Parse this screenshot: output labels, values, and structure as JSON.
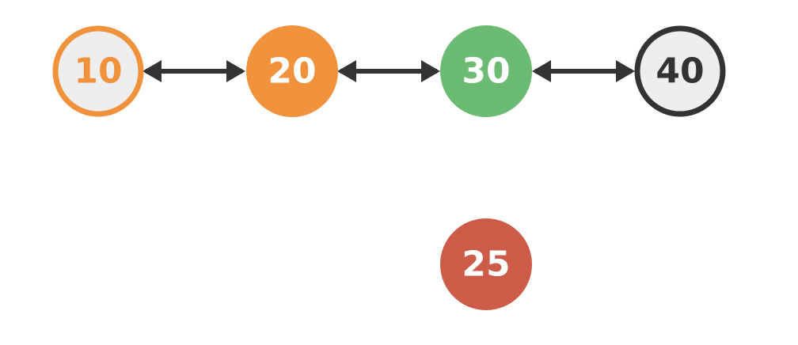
{
  "list": {
    "nodes": [
      {
        "id": "n10",
        "label": "10",
        "fill": "#eeeeee",
        "stroke": "#f0923c",
        "text_color": "#f0923c"
      },
      {
        "id": "n20",
        "label": "20",
        "fill": "#f0923c",
        "stroke": "#f0923c",
        "text_color": "#ffffff"
      },
      {
        "id": "n30",
        "label": "30",
        "fill": "#6cbb72",
        "stroke": "#6cbb72",
        "text_color": "#ffffff"
      },
      {
        "id": "n40",
        "label": "40",
        "fill": "#eeeeee",
        "stroke": "#333333",
        "text_color": "#333333"
      }
    ],
    "links": [
      {
        "from": "n10",
        "to": "n20",
        "type": "bidirectional"
      },
      {
        "from": "n20",
        "to": "n30",
        "type": "bidirectional"
      },
      {
        "from": "n30",
        "to": "n40",
        "type": "bidirectional"
      }
    ],
    "link_color": "#333333"
  },
  "new_node": {
    "id": "n25",
    "label": "25",
    "fill": "#cc5b47",
    "stroke": "#cc5b47",
    "text_color": "#ffffff"
  }
}
